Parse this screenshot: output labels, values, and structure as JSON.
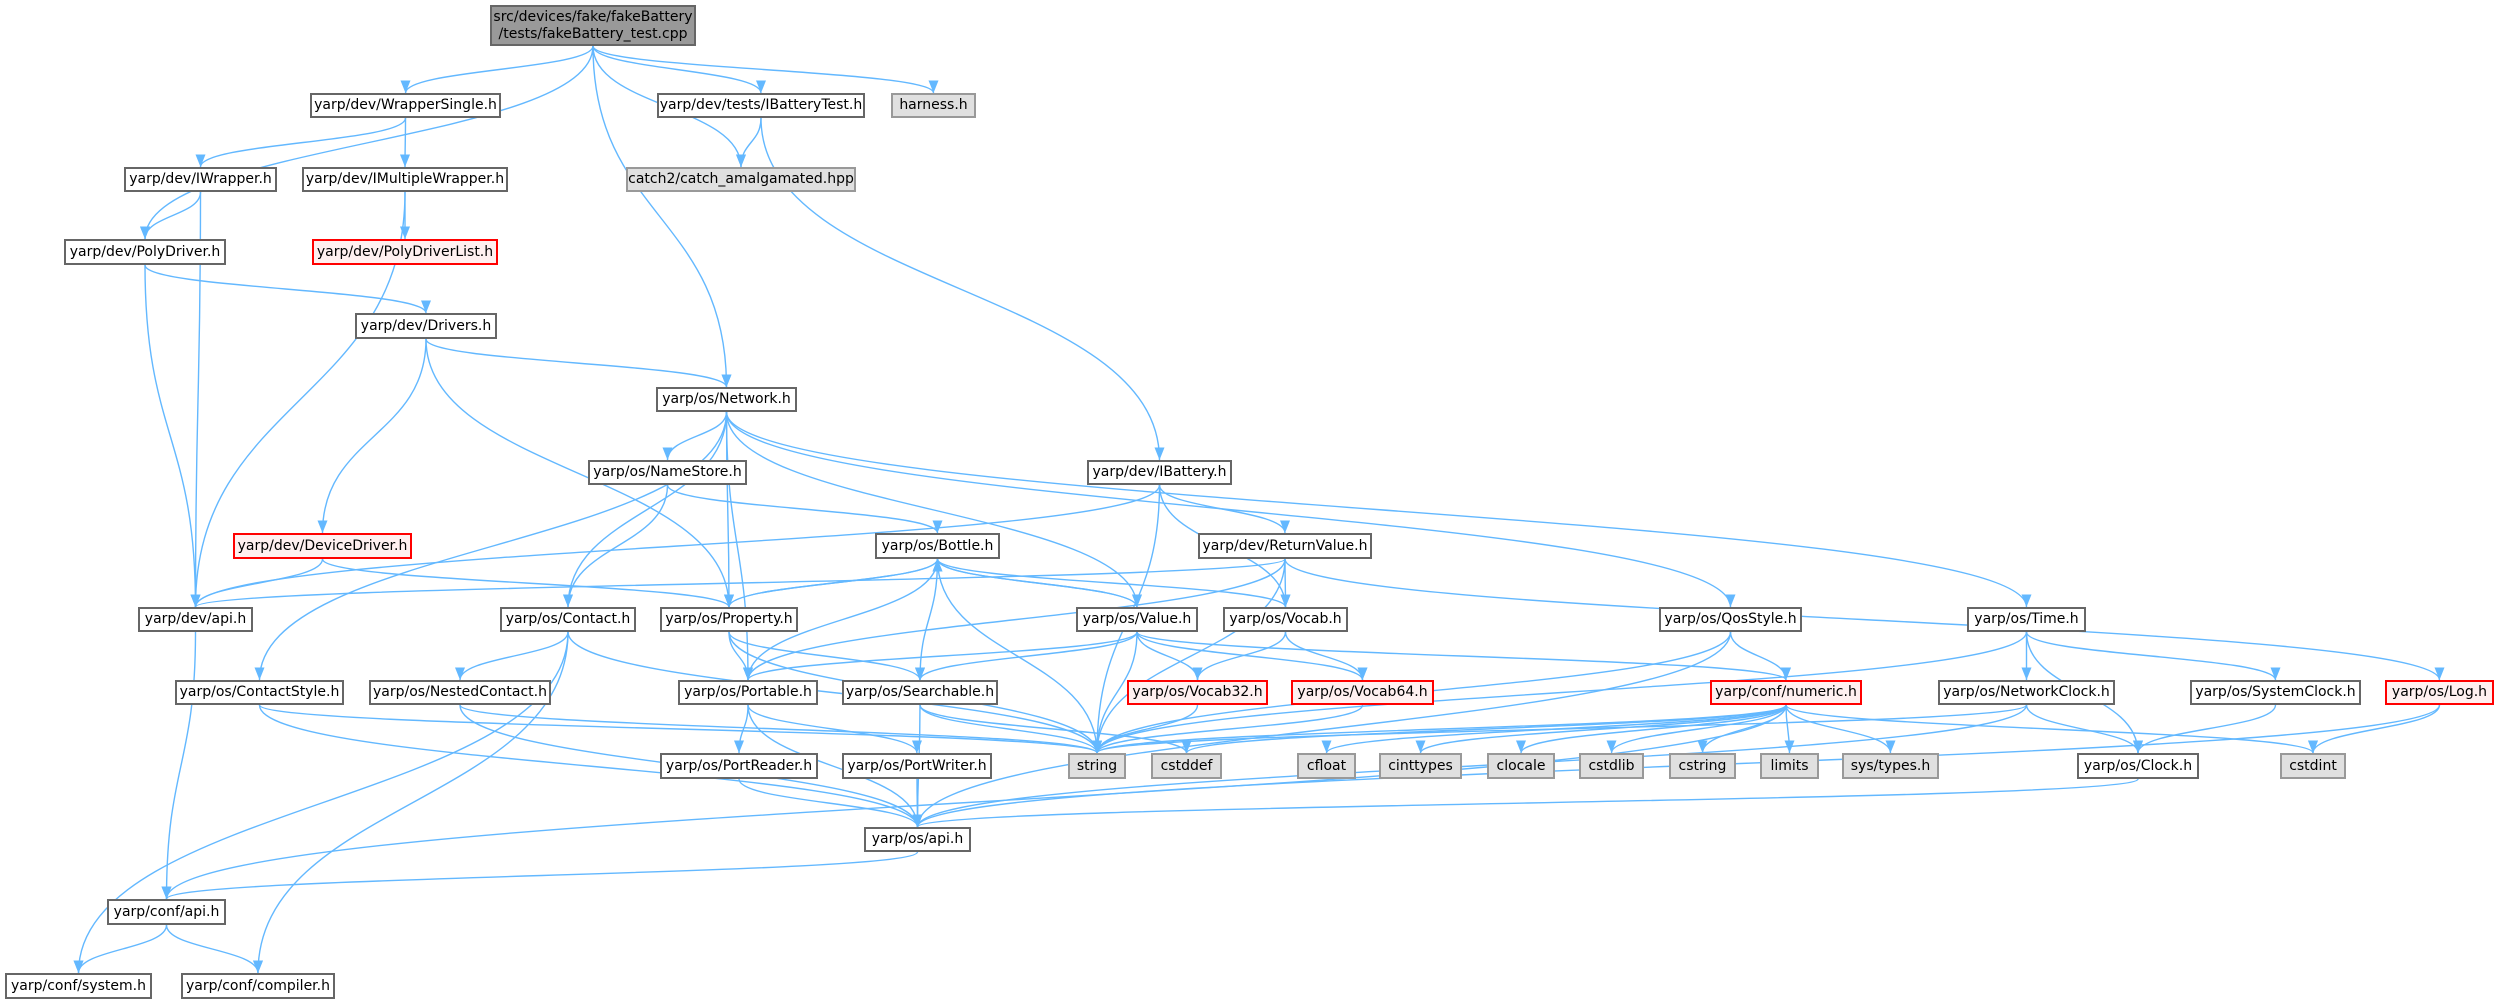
{
  "graph": {
    "title": "src/devices/fake/fakeBattery\n/tests/fakeBattery_test.cpp",
    "colors": {
      "edge": "#63b8ff",
      "root_fill": "#999999",
      "red_border": "#ff0000",
      "red_fill": "#fff0f0",
      "external_fill": "#e0e0e0"
    },
    "nodes": {
      "root": {
        "label": "src/devices/fake/fakeBattery\n/tests/fakeBattery_test.cpp",
        "style": "root"
      },
      "wrapsingle": {
        "label": "yarp/dev/WrapperSingle.h",
        "style": "normal"
      },
      "ibattest": {
        "label": "yarp/dev/tests/IBatteryTest.h",
        "style": "normal"
      },
      "harness": {
        "label": "harness.h",
        "style": "ext"
      },
      "iwrapper": {
        "label": "yarp/dev/IWrapper.h",
        "style": "normal"
      },
      "imultwrap": {
        "label": "yarp/dev/IMultipleWrapper.h",
        "style": "normal"
      },
      "catch2": {
        "label": "catch2/catch_amalgamated.hpp",
        "style": "ext"
      },
      "polydriver": {
        "label": "yarp/dev/PolyDriver.h",
        "style": "normal"
      },
      "polydriverlist": {
        "label": "yarp/dev/PolyDriverList.h",
        "style": "red"
      },
      "drivers": {
        "label": "yarp/dev/Drivers.h",
        "style": "normal"
      },
      "network": {
        "label": "yarp/os/Network.h",
        "style": "normal"
      },
      "namestore": {
        "label": "yarp/os/NameStore.h",
        "style": "normal"
      },
      "ibattery": {
        "label": "yarp/dev/IBattery.h",
        "style": "normal"
      },
      "devicedriver": {
        "label": "yarp/dev/DeviceDriver.h",
        "style": "red"
      },
      "bottle": {
        "label": "yarp/os/Bottle.h",
        "style": "normal"
      },
      "returnvalue": {
        "label": "yarp/dev/ReturnValue.h",
        "style": "normal"
      },
      "devapi": {
        "label": "yarp/dev/api.h",
        "style": "normal"
      },
      "contact": {
        "label": "yarp/os/Contact.h",
        "style": "normal"
      },
      "property": {
        "label": "yarp/os/Property.h",
        "style": "normal"
      },
      "value": {
        "label": "yarp/os/Value.h",
        "style": "normal"
      },
      "vocab": {
        "label": "yarp/os/Vocab.h",
        "style": "normal"
      },
      "qosstyle": {
        "label": "yarp/os/QosStyle.h",
        "style": "normal"
      },
      "time": {
        "label": "yarp/os/Time.h",
        "style": "normal"
      },
      "contactstyle": {
        "label": "yarp/os/ContactStyle.h",
        "style": "normal"
      },
      "nestedcontact": {
        "label": "yarp/os/NestedContact.h",
        "style": "normal"
      },
      "portable": {
        "label": "yarp/os/Portable.h",
        "style": "normal"
      },
      "searchable": {
        "label": "yarp/os/Searchable.h",
        "style": "normal"
      },
      "vocab32": {
        "label": "yarp/os/Vocab32.h",
        "style": "red"
      },
      "vocab64": {
        "label": "yarp/os/Vocab64.h",
        "style": "red"
      },
      "numeric": {
        "label": "yarp/conf/numeric.h",
        "style": "red"
      },
      "networkclock": {
        "label": "yarp/os/NetworkClock.h",
        "style": "normal"
      },
      "systemclock": {
        "label": "yarp/os/SystemClock.h",
        "style": "normal"
      },
      "log": {
        "label": "yarp/os/Log.h",
        "style": "red"
      },
      "portreader": {
        "label": "yarp/os/PortReader.h",
        "style": "normal"
      },
      "portwriter": {
        "label": "yarp/os/PortWriter.h",
        "style": "normal"
      },
      "string": {
        "label": "string",
        "style": "ext"
      },
      "cstddef": {
        "label": "cstddef",
        "style": "ext"
      },
      "cfloat": {
        "label": "cfloat",
        "style": "ext"
      },
      "cinttypes": {
        "label": "cinttypes",
        "style": "ext"
      },
      "clocale": {
        "label": "clocale",
        "style": "ext"
      },
      "cstdlib": {
        "label": "cstdlib",
        "style": "ext"
      },
      "cstring": {
        "label": "cstring",
        "style": "ext"
      },
      "limits": {
        "label": "limits",
        "style": "ext"
      },
      "systypes": {
        "label": "sys/types.h",
        "style": "ext"
      },
      "clock": {
        "label": "yarp/os/Clock.h",
        "style": "normal"
      },
      "cstdint": {
        "label": "cstdint",
        "style": "ext"
      },
      "osapi": {
        "label": "yarp/os/api.h",
        "style": "normal"
      },
      "confapi": {
        "label": "yarp/conf/api.h",
        "style": "normal"
      },
      "system": {
        "label": "yarp/conf/system.h",
        "style": "normal"
      },
      "compiler": {
        "label": "yarp/conf/compiler.h",
        "style": "normal"
      }
    },
    "edges": [
      [
        "root",
        "wrapsingle"
      ],
      [
        "root",
        "ibattest"
      ],
      [
        "root",
        "harness"
      ],
      [
        "root",
        "catch2"
      ],
      [
        "root",
        "polydriver"
      ],
      [
        "root",
        "network"
      ],
      [
        "wrapsingle",
        "iwrapper"
      ],
      [
        "wrapsingle",
        "imultwrap"
      ],
      [
        "ibattest",
        "catch2"
      ],
      [
        "ibattest",
        "ibattery"
      ],
      [
        "iwrapper",
        "polydriver"
      ],
      [
        "iwrapper",
        "devapi"
      ],
      [
        "imultwrap",
        "polydriverlist"
      ],
      [
        "imultwrap",
        "devapi"
      ],
      [
        "polydriver",
        "drivers"
      ],
      [
        "polydriver",
        "devapi"
      ],
      [
        "drivers",
        "network"
      ],
      [
        "drivers",
        "devicedriver"
      ],
      [
        "drivers",
        "property"
      ],
      [
        "network",
        "namestore"
      ],
      [
        "network",
        "contact"
      ],
      [
        "network",
        "contactstyle"
      ],
      [
        "network",
        "property"
      ],
      [
        "network",
        "portable"
      ],
      [
        "network",
        "value"
      ],
      [
        "network",
        "qosstyle"
      ],
      [
        "network",
        "time"
      ],
      [
        "namestore",
        "bottle"
      ],
      [
        "namestore",
        "contact"
      ],
      [
        "ibattery",
        "devapi"
      ],
      [
        "ibattery",
        "returnvalue"
      ],
      [
        "ibattery",
        "vocab"
      ],
      [
        "ibattery",
        "string"
      ],
      [
        "returnvalue",
        "vocab"
      ],
      [
        "returnvalue",
        "devapi"
      ],
      [
        "returnvalue",
        "portable"
      ],
      [
        "returnvalue",
        "string"
      ],
      [
        "returnvalue",
        "log"
      ],
      [
        "devicedriver",
        "devapi"
      ],
      [
        "devicedriver",
        "property"
      ],
      [
        "bottle",
        "property"
      ],
      [
        "bottle",
        "portable"
      ],
      [
        "bottle",
        "searchable"
      ],
      [
        "bottle",
        "value"
      ],
      [
        "bottle",
        "vocab"
      ],
      [
        "bottle",
        "string"
      ],
      [
        "property",
        "bottle"
      ],
      [
        "property",
        "portable"
      ],
      [
        "property",
        "searchable"
      ],
      [
        "property",
        "string"
      ],
      [
        "value",
        "bottle"
      ],
      [
        "value",
        "portable"
      ],
      [
        "value",
        "searchable"
      ],
      [
        "value",
        "string"
      ],
      [
        "value",
        "vocab32"
      ],
      [
        "value",
        "vocab64"
      ],
      [
        "value",
        "numeric"
      ],
      [
        "vocab",
        "vocab32"
      ],
      [
        "vocab",
        "vocab64"
      ],
      [
        "devapi",
        "confapi"
      ],
      [
        "contact",
        "nestedcontact"
      ],
      [
        "contact",
        "string"
      ],
      [
        "contact",
        "system"
      ],
      [
        "contact",
        "compiler"
      ],
      [
        "qosstyle",
        "numeric"
      ],
      [
        "qosstyle",
        "string"
      ],
      [
        "qosstyle",
        "osapi"
      ],
      [
        "time",
        "networkclock"
      ],
      [
        "time",
        "systemclock"
      ],
      [
        "time",
        "clock"
      ],
      [
        "time",
        "string"
      ],
      [
        "contactstyle",
        "string"
      ],
      [
        "contactstyle",
        "osapi"
      ],
      [
        "nestedcontact",
        "osapi"
      ],
      [
        "nestedcontact",
        "string"
      ],
      [
        "portable",
        "portreader"
      ],
      [
        "portable",
        "portwriter"
      ],
      [
        "portable",
        "osapi"
      ],
      [
        "searchable",
        "string"
      ],
      [
        "searchable",
        "osapi"
      ],
      [
        "searchable",
        "cstddef"
      ],
      [
        "vocab32",
        "string"
      ],
      [
        "vocab64",
        "string"
      ],
      [
        "numeric",
        "string"
      ],
      [
        "numeric",
        "cstddef"
      ],
      [
        "numeric",
        "cfloat"
      ],
      [
        "numeric",
        "cinttypes"
      ],
      [
        "numeric",
        "clocale"
      ],
      [
        "numeric",
        "cstdlib"
      ],
      [
        "numeric",
        "cstring"
      ],
      [
        "numeric",
        "limits"
      ],
      [
        "numeric",
        "systypes"
      ],
      [
        "numeric",
        "cstdint"
      ],
      [
        "numeric",
        "confapi"
      ],
      [
        "networkclock",
        "clock"
      ],
      [
        "networkclock",
        "osapi"
      ],
      [
        "networkclock",
        "string"
      ],
      [
        "systemclock",
        "clock"
      ],
      [
        "log",
        "cstdint"
      ],
      [
        "log",
        "osapi"
      ],
      [
        "clock",
        "osapi"
      ],
      [
        "portreader",
        "osapi"
      ],
      [
        "portwriter",
        "osapi"
      ],
      [
        "osapi",
        "confapi"
      ],
      [
        "confapi",
        "system"
      ],
      [
        "confapi",
        "compiler"
      ]
    ]
  }
}
